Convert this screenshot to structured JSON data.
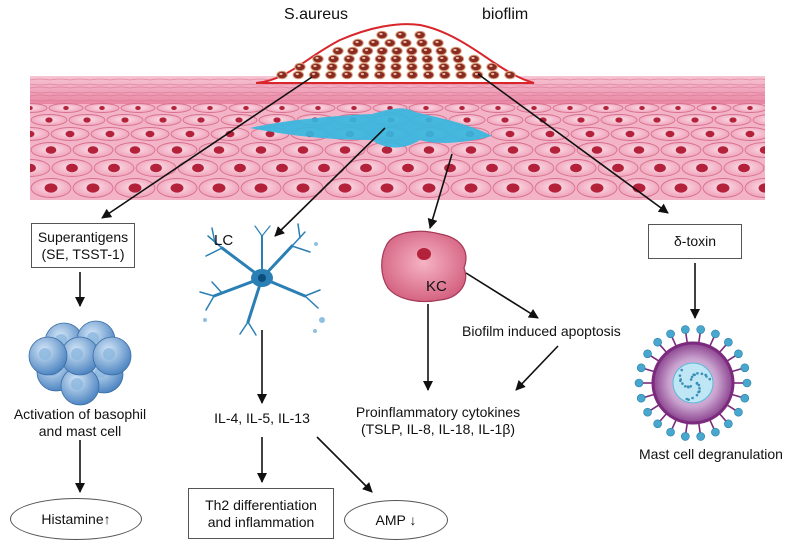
{
  "labels": {
    "s_aureus": "S.aureus",
    "biofilm": "bioflim",
    "superantigens_line1": "Superantigens",
    "superantigens_line2": "(SE, TSST-1)",
    "lc": "LC",
    "kc": "KC",
    "delta_toxin": "δ-toxin",
    "basophil_line1": "Activation of basophil",
    "basophil_line2": "and mast cell",
    "histamine": "Histamine↑",
    "interleukins": "IL-4, IL-5, IL-13",
    "th2_line1": "Th2 differentiation",
    "th2_line2": "and inflammation",
    "amp": "AMP ↓",
    "apoptosis": "Biofilm induced apoptosis",
    "cytokines_line1": "Proinflammatory cytokines",
    "cytokines_line2": "(TSLP, IL-8, IL-18, IL-1β)",
    "mast_degranulation": "Mast cell degranulation"
  },
  "colors": {
    "skin_pink": "#f1a9c0",
    "cell_membrane": "#d7708f",
    "nucleus": "#b3223a",
    "bacteria": "#8a2b22",
    "biofilm_outline": "#d8262b",
    "fluid": "#36b7e0",
    "basophil": "#6d9fd0",
    "neuron": "#2a7fb5",
    "mast_cell": "#7b2a7d",
    "receptor": "#48a7cf"
  }
}
